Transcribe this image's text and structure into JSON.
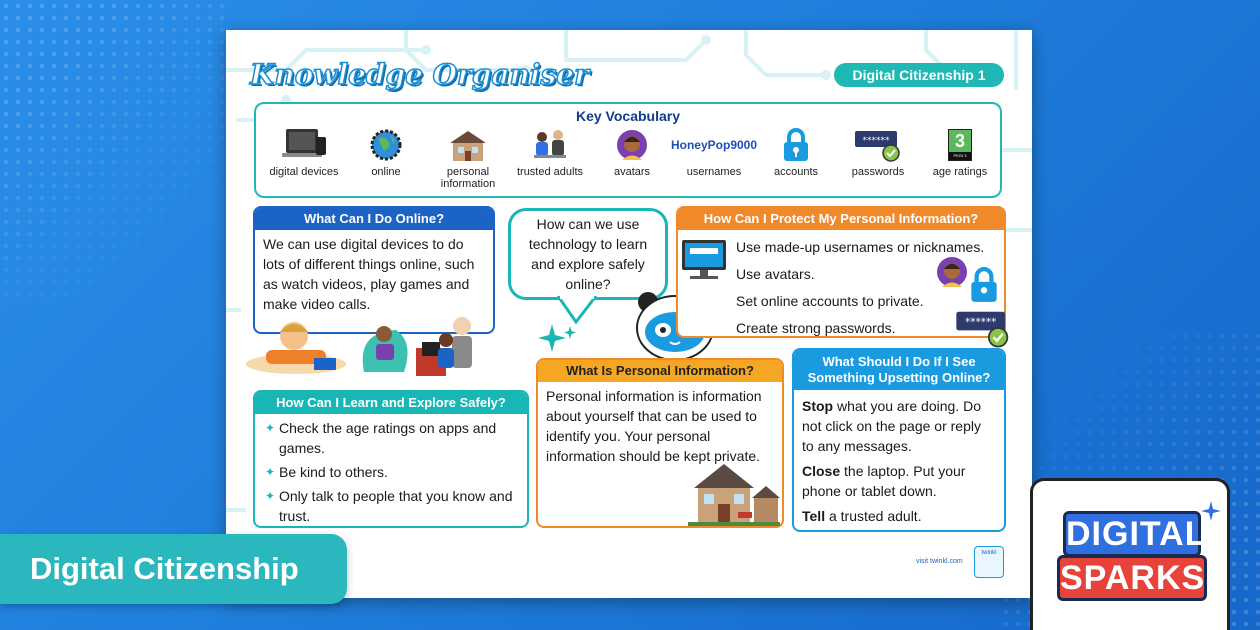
{
  "doc": {
    "title": "Knowledge Organiser",
    "tag": "Digital Citizenship 1"
  },
  "vocab": {
    "title": "Key Vocabulary",
    "username_sample": "HoneyPop9000",
    "age_rating_number": "3",
    "age_rating_badge": "PEGI 3",
    "items": [
      {
        "icon": "laptop-icon",
        "label": "digital devices"
      },
      {
        "icon": "globe-icon",
        "label": "online"
      },
      {
        "icon": "house-icon",
        "label": "personal information"
      },
      {
        "icon": "people-icon",
        "label": "trusted adults"
      },
      {
        "icon": "avatar-icon",
        "label": "avatars"
      },
      {
        "icon": "username-icon",
        "label": "usernames"
      },
      {
        "icon": "padlock-icon",
        "label": "accounts"
      },
      {
        "icon": "password-icon",
        "label": "passwords"
      },
      {
        "icon": "age-rating-icon",
        "label": "age ratings"
      }
    ]
  },
  "online": {
    "header": "What Can I Do Online?",
    "text": "We can use digital devices to do lots of different things online, such as watch videos, play games and make video calls."
  },
  "speech": {
    "text": "How can we use technology to learn and explore safely online?"
  },
  "protect": {
    "header": "How Can I Protect My Personal Information?",
    "items": [
      "Use made-up usernames or nicknames.",
      "Use avatars.",
      "Set online accounts to private.",
      "Create strong passwords."
    ]
  },
  "learn": {
    "header": "How Can I Learn and Explore Safely?",
    "items": [
      "Check the age ratings on apps and games.",
      "Be kind to others.",
      "Only talk to people that you know and trust."
    ]
  },
  "personal": {
    "header": "What Is Personal Information?",
    "text": "Personal information is information about yourself that can be used to identify you. Your personal information should be kept private."
  },
  "upsetting": {
    "header": "What Should I Do If I See Something Upsetting Online?",
    "steps": [
      {
        "bold": "Stop",
        "rest": " what you are doing. Do not click on the page or reply to any messages."
      },
      {
        "bold": "Close",
        "rest": " the laptop. Put your phone or tablet down."
      },
      {
        "bold": "Tell",
        "rest": " a trusted adult."
      }
    ]
  },
  "footer": {
    "visit": "visit twinkl.com",
    "twinkl": "twinkl"
  },
  "banner": {
    "label": "Digital Citizenship"
  },
  "logo": {
    "line1": "DIGITAL",
    "line2": "SPARKS"
  },
  "colors": {
    "background": "#1f7fdc",
    "teal": "#18b7b5",
    "blue": "#1b63c5",
    "orange": "#f0892a",
    "sky": "#1a9be0",
    "logo_blue": "#2f6fe0",
    "logo_red": "#e8433a"
  }
}
